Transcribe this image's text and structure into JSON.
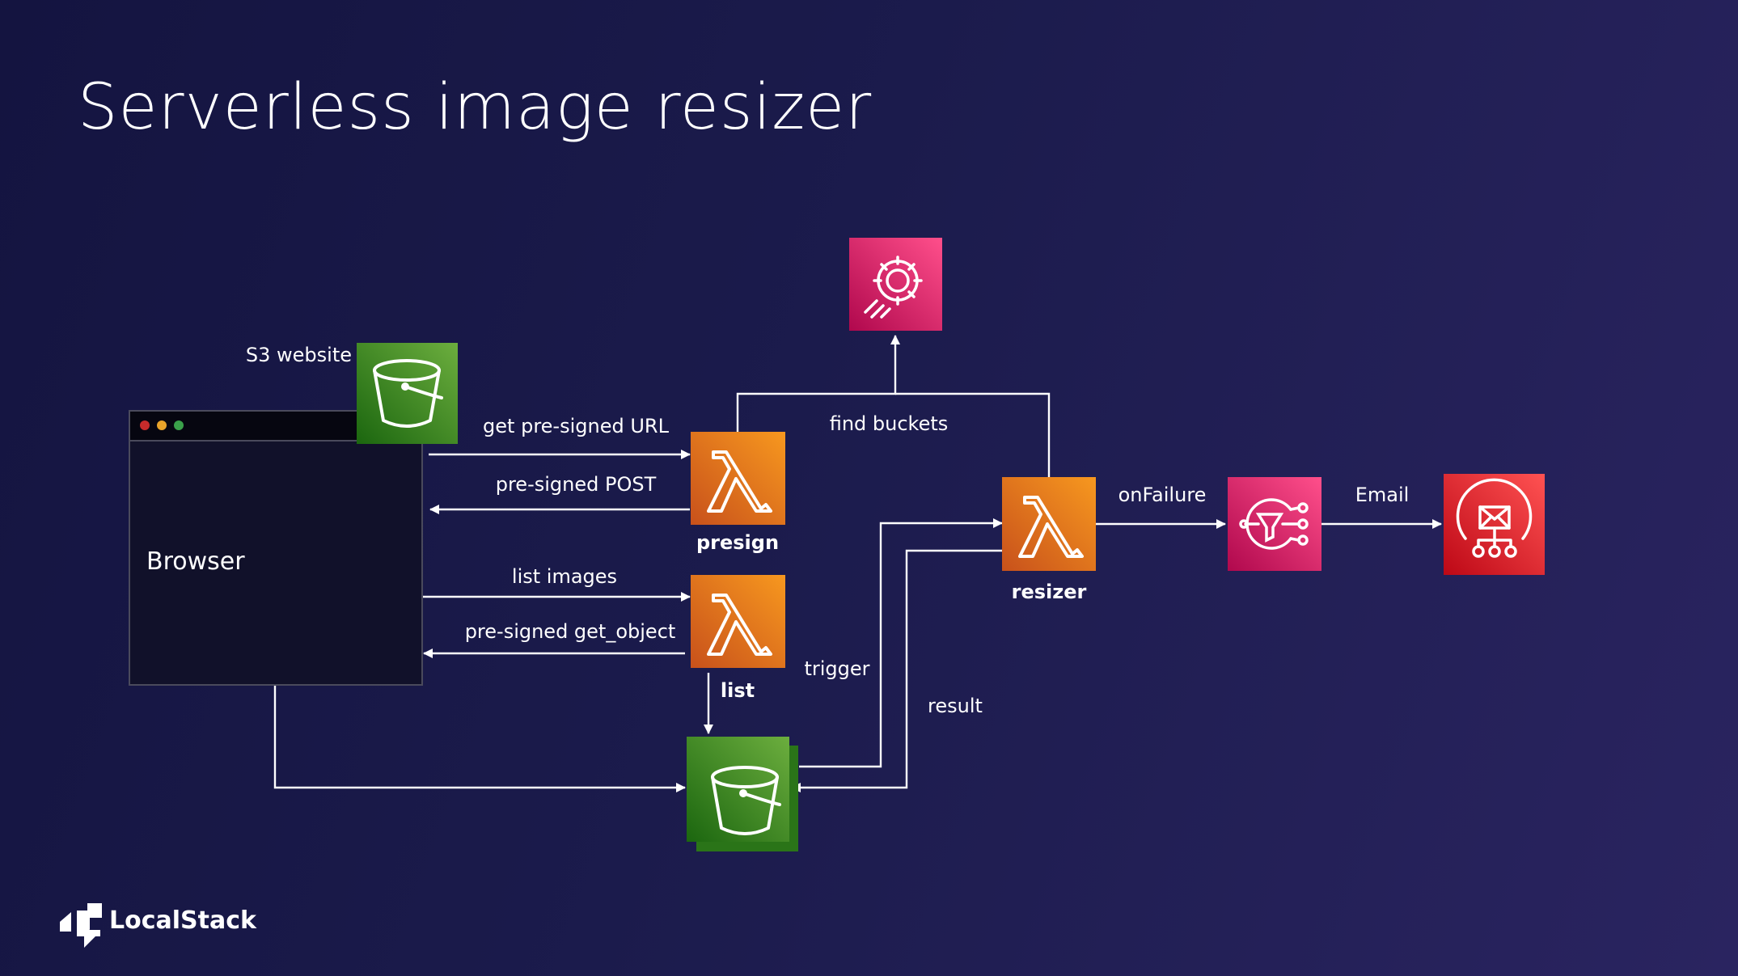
{
  "title": "Serverless image resizer",
  "colors": {
    "background_start": "#141440",
    "background_end": "#2a2460",
    "lambda_orange": "#e8730c",
    "s3_green": "#3f8d24",
    "pink": "#d6246e",
    "red": "#e02b36"
  },
  "nodes": {
    "browser": {
      "label": "Browser",
      "window_dots": [
        "#c72b2b",
        "#e8a32a",
        "#3aa04a"
      ]
    },
    "s3_website": {
      "label": "S3 website",
      "icon": "s3-bucket-icon"
    },
    "presign": {
      "label": "presign",
      "icon": "lambda-icon"
    },
    "list": {
      "label": "list",
      "icon": "lambda-icon"
    },
    "resizer": {
      "label": "resizer",
      "icon": "lambda-icon"
    },
    "ssm": {
      "icon": "systems-manager-gear-icon"
    },
    "sns": {
      "icon": "sns-topic-icon"
    },
    "ses": {
      "icon": "ses-email-icon"
    },
    "s3_images": {
      "icon": "s3-bucket-icon"
    }
  },
  "edges": {
    "get_presigned_url": "get pre-signed URL",
    "presigned_post": "pre-signed POST",
    "list_images": "list images",
    "presigned_get_object": "pre-signed get_object",
    "find_buckets": "find buckets",
    "trigger": "trigger",
    "result": "result",
    "on_failure": "onFailure",
    "email": "Email"
  },
  "logo": {
    "text": "LocalStack",
    "icon": "localstack-logo-icon"
  }
}
